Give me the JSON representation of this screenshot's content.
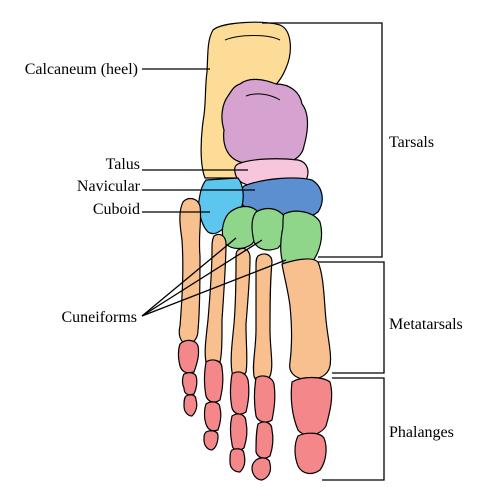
{
  "labels": {
    "calcaneum": "Calcaneum (heel)",
    "talus": "Talus",
    "navicular": "Navicular",
    "cuboid": "Cuboid",
    "cuneiforms": "Cuneiforms",
    "tarsals": "Tarsals",
    "metatarsals": "Metatarsals",
    "phalanges": "Phalanges"
  },
  "colors": {
    "calcaneum": "#fcdc96",
    "talus": "#d6a2cf",
    "talus_lower": "#f8c6dc",
    "navicular": "#5b8fd0",
    "cuboid": "#5dc6ef",
    "cuneiforms": "#8fd68a",
    "metatarsals": "#f8bf8f",
    "phalanges": "#f3878a"
  }
}
